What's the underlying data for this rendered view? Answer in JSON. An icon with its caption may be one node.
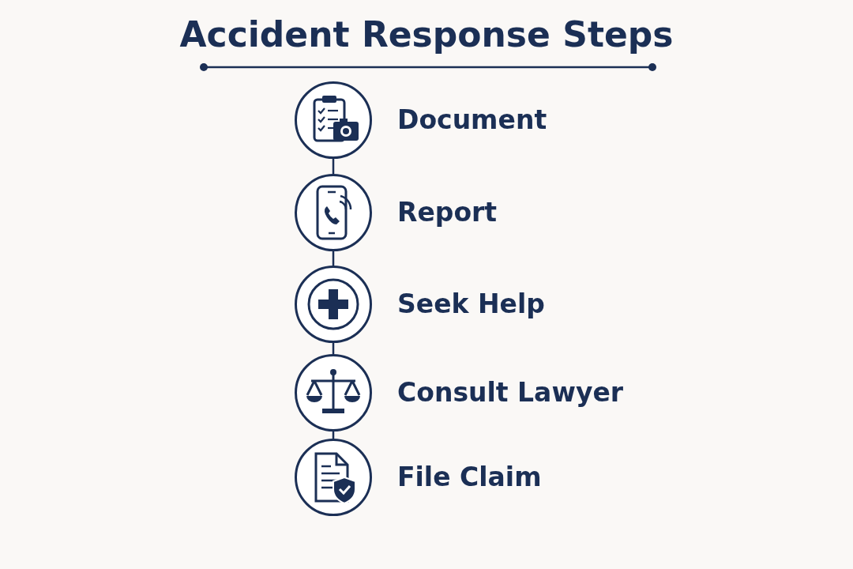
{
  "diagram": {
    "title": "Accident Response Steps",
    "nodes": [
      {
        "text": [],
        "shape": "circle",
        "beside": [
          "Document"
        ]
      },
      {
        "text": [],
        "shape": "circle",
        "beside": [
          "Report"
        ]
      },
      {
        "text": [],
        "shape": "circle",
        "beside": [
          "Seek Help"
        ]
      },
      {
        "text": [],
        "shape": "circle",
        "beside": [
          "Consult Lawyer"
        ]
      },
      {
        "text": [],
        "shape": "circle",
        "beside": [
          "File Claim"
        ]
      }
    ],
    "edges": [
      {
        "from": 0,
        "to": 1,
        "arrow": "none"
      },
      {
        "from": 1,
        "to": 2,
        "arrow": "none"
      },
      {
        "from": 2,
        "to": 3,
        "arrow": "none"
      },
      {
        "from": 3,
        "to": 4,
        "arrow": "none"
      }
    ]
  }
}
